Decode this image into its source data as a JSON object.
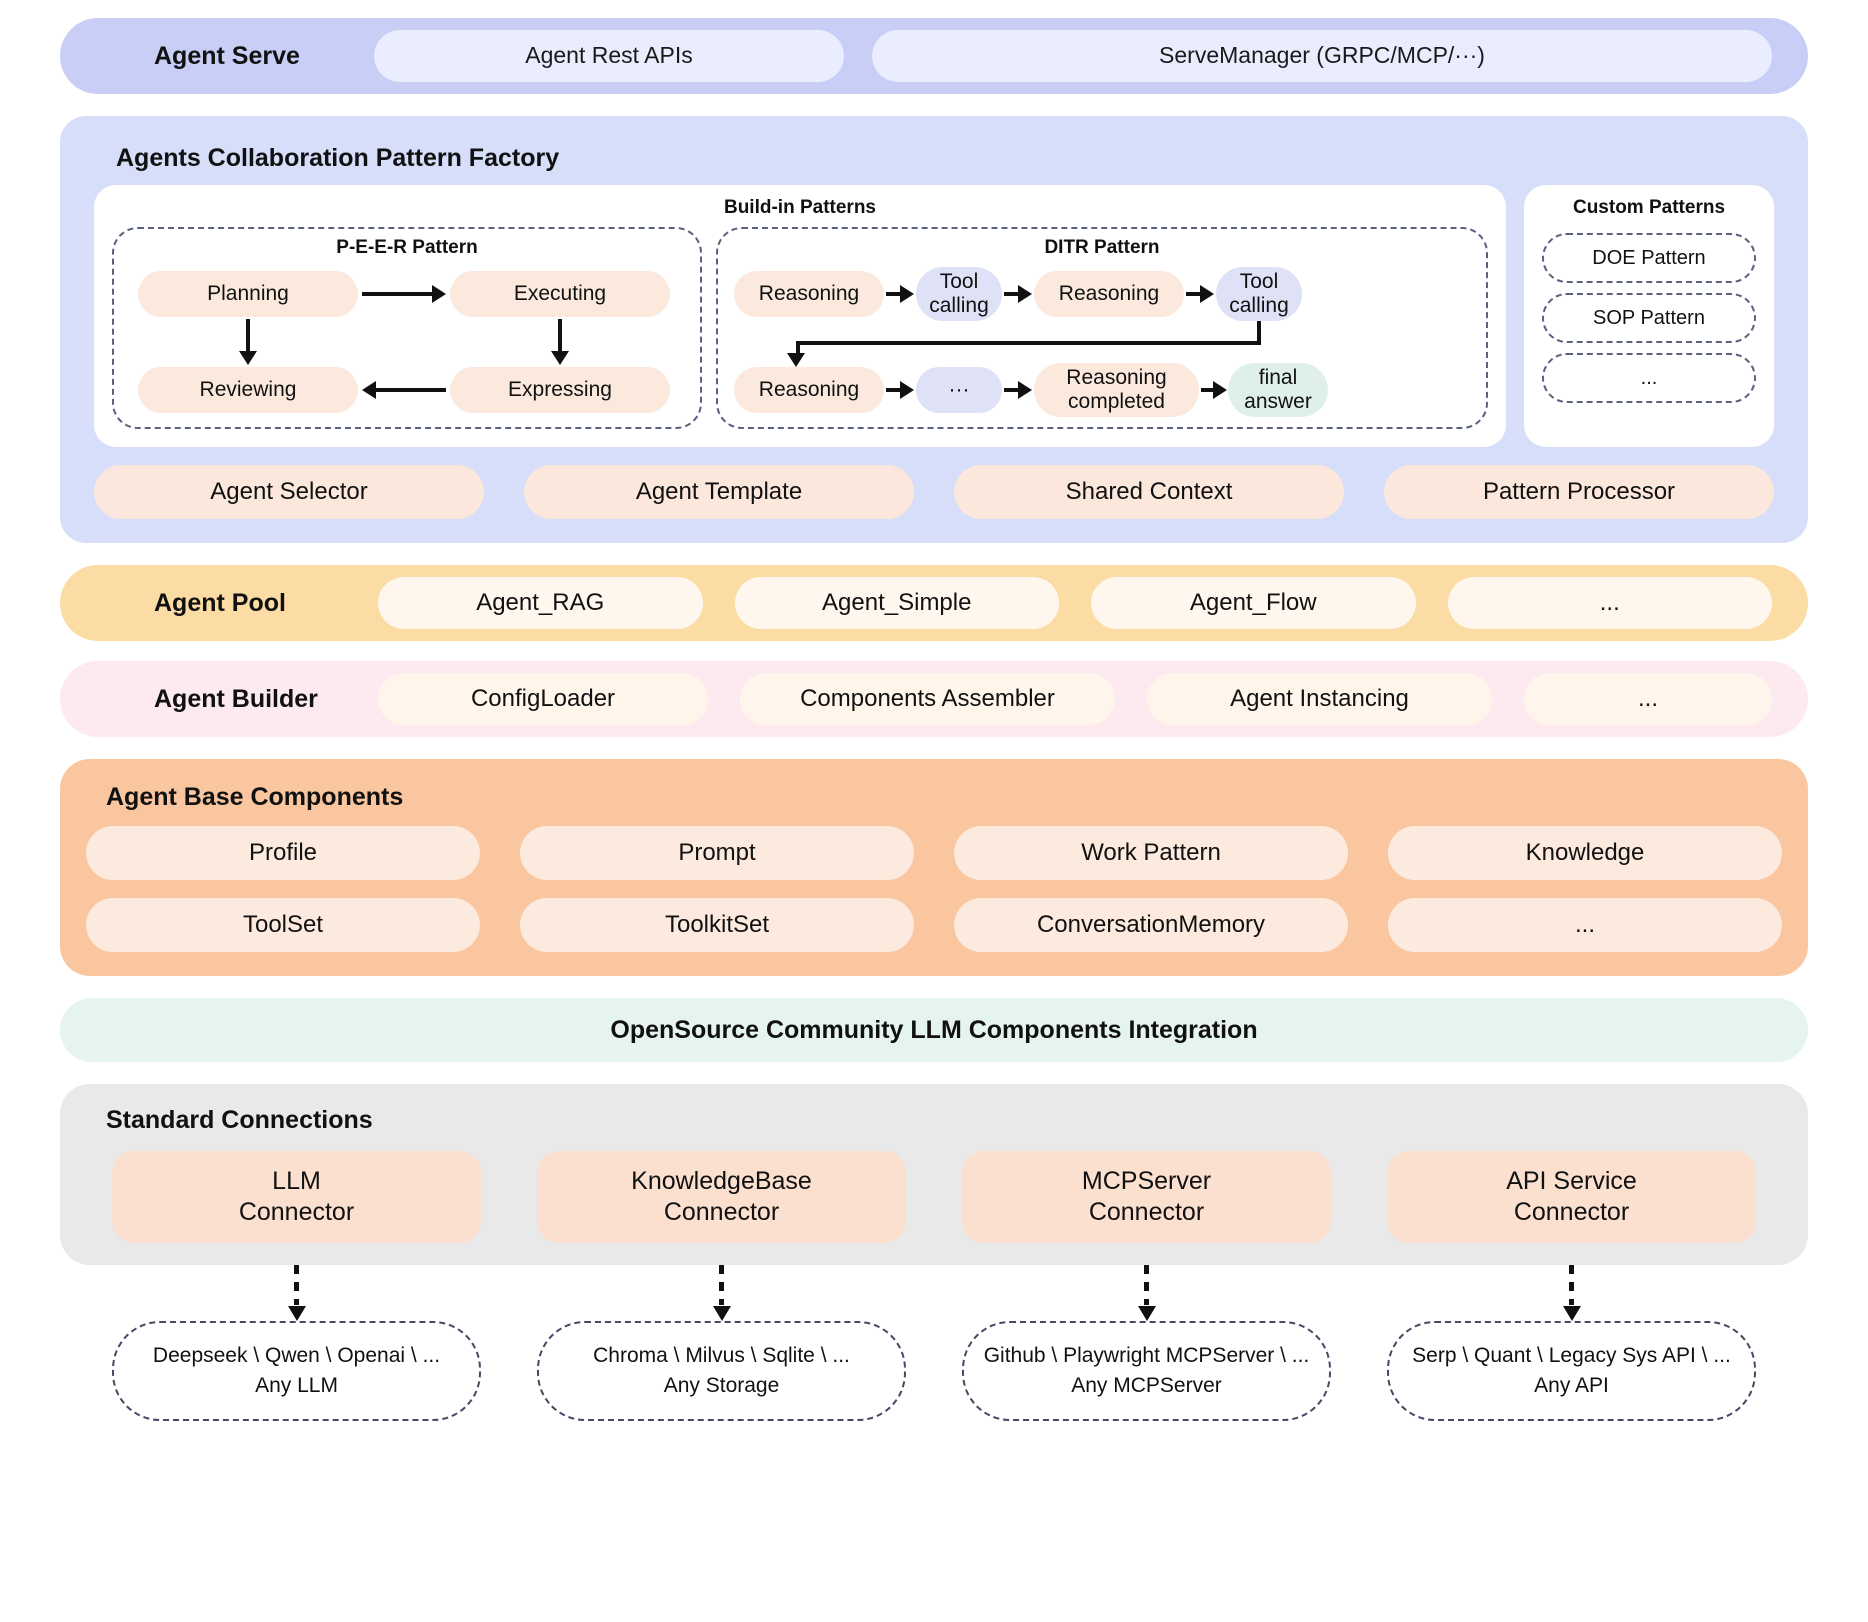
{
  "serve": {
    "title": "Agent Serve",
    "items": [
      {
        "label": "Agent Rest APIs"
      },
      {
        "label": "ServeManager (GRPC/MCP/···)"
      }
    ]
  },
  "factory": {
    "title": "Agents Collaboration Pattern Factory",
    "buildin": {
      "title": "Build-in Patterns",
      "peer": {
        "title": "P-E-E-R Pattern",
        "nodes": [
          {
            "label": "Planning"
          },
          {
            "label": "Executing"
          },
          {
            "label": "Reviewing"
          },
          {
            "label": "Expressing"
          }
        ]
      },
      "ditr": {
        "title": "DITR  Pattern",
        "row1": [
          {
            "label": "Reasoning"
          },
          {
            "label": "Tool\ncalling"
          },
          {
            "label": "Reasoning"
          },
          {
            "label": "Tool\ncalling"
          }
        ],
        "row1_line1": "Tool",
        "row1_line2": "calling",
        "row2": [
          {
            "label": "Reasoning"
          },
          {
            "label": "···"
          },
          {
            "label": "Reasoning\ncompleted"
          },
          {
            "label": "final\nanswer"
          }
        ],
        "reasoning_completed_l1": "Reasoning",
        "reasoning_completed_l2": "completed",
        "final_answer_l1": "final",
        "final_answer_l2": "answer"
      }
    },
    "custom": {
      "title": "Custom Patterns",
      "items": [
        {
          "label": "DOE Pattern"
        },
        {
          "label": "SOP Pattern"
        },
        {
          "label": "..."
        }
      ]
    },
    "bottom": [
      {
        "label": "Agent Selector"
      },
      {
        "label": "Agent Template"
      },
      {
        "label": "Shared Context"
      },
      {
        "label": "Pattern Processor"
      }
    ]
  },
  "pool": {
    "title": "Agent Pool",
    "items": [
      {
        "label": "Agent_RAG"
      },
      {
        "label": "Agent_Simple"
      },
      {
        "label": "Agent_Flow"
      },
      {
        "label": "..."
      }
    ]
  },
  "builder": {
    "title": "Agent Builder",
    "items": [
      {
        "label": "ConfigLoader"
      },
      {
        "label": "Components Assembler"
      },
      {
        "label": "Agent Instancing"
      },
      {
        "label": "..."
      }
    ]
  },
  "base": {
    "title": "Agent Base Components",
    "row1": [
      {
        "label": "Profile"
      },
      {
        "label": "Prompt"
      },
      {
        "label": "Work Pattern"
      },
      {
        "label": "Knowledge"
      }
    ],
    "row2": [
      {
        "label": "ToolSet"
      },
      {
        "label": "ToolkitSet"
      },
      {
        "label": "ConversationMemory"
      },
      {
        "label": "..."
      }
    ]
  },
  "oss": {
    "title": "OpenSource Community LLM Components Integration"
  },
  "connections": {
    "title": "Standard Connections",
    "cards": [
      {
        "line1": "LLM",
        "line2": "Connector"
      },
      {
        "line1": "KnowledgeBase",
        "line2": "Connector"
      },
      {
        "line1": "MCPServer",
        "line2": "Connector"
      },
      {
        "line1": "API Service",
        "line2": "Connector"
      }
    ],
    "leaves": [
      {
        "line1": "Deepseek \\ Qwen \\ Openai \\ ...",
        "line2": "Any LLM"
      },
      {
        "line1": "Chroma \\ Milvus \\ Sqlite \\ ...",
        "line2": "Any Storage"
      },
      {
        "line1": "Github \\ Playwright  MCPServer \\  ...",
        "line2": "Any MCPServer"
      },
      {
        "line1": "Serp \\ Quant \\ Legacy Sys API \\  ...",
        "line2": "Any API"
      }
    ]
  },
  "colors": {
    "serve_band": "#c8cef5",
    "factory_band": "#d6def9",
    "pool_band": "#fbdca5",
    "builder_band": "#fdeaf0",
    "base_band": "#f9c6a0",
    "oss_band": "#e6f4f1",
    "conn_band": "#e9e9e9",
    "node_peach": "#fce9dd",
    "node_blue": "#dfe2f7",
    "node_green": "#dff0ec"
  }
}
